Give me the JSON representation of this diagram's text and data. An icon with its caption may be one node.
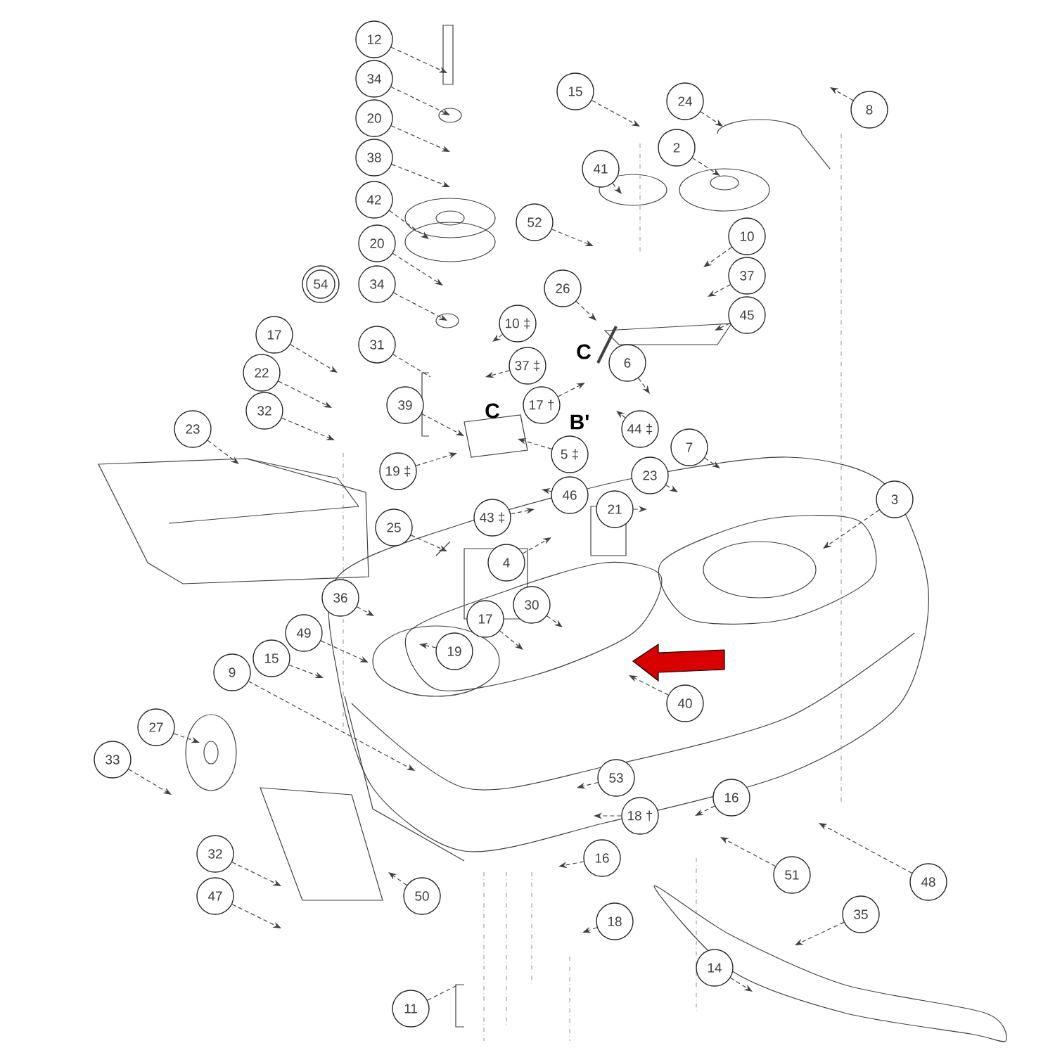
{
  "diagram": {
    "nodes": [
      {
        "text": [
          "12"
        ]
      },
      {
        "text": [
          "8"
        ]
      },
      {
        "text": [
          "24"
        ]
      },
      {
        "text": [
          "15"
        ]
      },
      {
        "text": [
          "34"
        ]
      },
      {
        "text": [
          "20"
        ]
      },
      {
        "text": [
          "2"
        ]
      },
      {
        "text": [
          "38"
        ]
      },
      {
        "text": [
          "41"
        ]
      },
      {
        "text": [
          "42"
        ]
      },
      {
        "text": [
          "52"
        ]
      },
      {
        "text": [
          "10"
        ]
      },
      {
        "text": [
          "20"
        ]
      },
      {
        "text": [
          "37"
        ]
      },
      {
        "text": [
          "34"
        ]
      },
      {
        "text": [
          "54"
        ]
      },
      {
        "text": [
          "45"
        ]
      },
      {
        "text": [
          "26"
        ]
      },
      {
        "text": [
          "10 ‡"
        ]
      },
      {
        "text": [
          "17"
        ]
      },
      {
        "text": [
          "31"
        ]
      },
      {
        "text": [
          "6"
        ]
      },
      {
        "text": [
          "37 ‡"
        ]
      },
      {
        "text": [
          "22"
        ]
      },
      {
        "text": [
          "17 †"
        ]
      },
      {
        "text": [
          "39"
        ]
      },
      {
        "text": [
          "32"
        ]
      },
      {
        "text": [
          "23"
        ]
      },
      {
        "text": [
          "44 ‡"
        ]
      },
      {
        "text": [
          "7"
        ]
      },
      {
        "text": [
          "19 ‡"
        ]
      },
      {
        "text": [
          "5 ‡"
        ]
      },
      {
        "text": [
          "23"
        ]
      },
      {
        "text": [
          "46"
        ]
      },
      {
        "text": [
          "21"
        ]
      },
      {
        "text": [
          "3"
        ]
      },
      {
        "text": [
          "43 ‡"
        ]
      },
      {
        "text": [
          "25"
        ]
      },
      {
        "text": [
          "4"
        ]
      },
      {
        "text": [
          "36"
        ]
      },
      {
        "text": [
          "30"
        ]
      },
      {
        "text": [
          "17"
        ]
      },
      {
        "text": [
          "49"
        ]
      },
      {
        "text": [
          "19"
        ]
      },
      {
        "text": [
          "15"
        ]
      },
      {
        "text": [
          "9"
        ]
      },
      {
        "text": [
          "40"
        ]
      },
      {
        "text": [
          "27"
        ]
      },
      {
        "text": [
          "33"
        ]
      },
      {
        "text": [
          "53"
        ]
      },
      {
        "text": [
          "16"
        ]
      },
      {
        "text": [
          "18 †"
        ]
      },
      {
        "text": [
          "16"
        ]
      },
      {
        "text": [
          "32"
        ]
      },
      {
        "text": [
          "51"
        ]
      },
      {
        "text": [
          "48"
        ]
      },
      {
        "text": [
          "47"
        ]
      },
      {
        "text": [
          "50"
        ]
      },
      {
        "text": [
          "35"
        ]
      },
      {
        "text": [
          "18"
        ]
      },
      {
        "text": [
          "14"
        ]
      },
      {
        "text": [
          "11"
        ]
      }
    ],
    "edges": [
      {
        "from": 0,
        "to": null,
        "arrow": "to"
      },
      {
        "from": 1,
        "to": null,
        "arrow": "to"
      },
      {
        "from": 2,
        "to": null,
        "arrow": "to"
      },
      {
        "from": 3,
        "to": null,
        "arrow": "to"
      },
      {
        "from": 4,
        "to": null,
        "arrow": "to"
      },
      {
        "from": 5,
        "to": null,
        "arrow": "to"
      },
      {
        "from": 6,
        "to": null,
        "arrow": "to"
      },
      {
        "from": 7,
        "to": null,
        "arrow": "to"
      },
      {
        "from": 8,
        "to": null,
        "arrow": "to"
      },
      {
        "from": 9,
        "to": null,
        "arrow": "to"
      },
      {
        "from": 10,
        "to": null,
        "arrow": "to"
      },
      {
        "from": 11,
        "to": null,
        "arrow": "to"
      },
      {
        "from": 12,
        "to": null,
        "arrow": "to"
      },
      {
        "from": 13,
        "to": null,
        "arrow": "to"
      },
      {
        "from": 14,
        "to": null,
        "arrow": "to"
      },
      {
        "from": 16,
        "to": null,
        "arrow": "to"
      },
      {
        "from": 17,
        "to": null,
        "arrow": "to"
      },
      {
        "from": 18,
        "to": null,
        "arrow": "to"
      },
      {
        "from": 19,
        "to": null,
        "arrow": "to"
      },
      {
        "from": 20,
        "to": null,
        "arrow": "none"
      },
      {
        "from": 21,
        "to": null,
        "arrow": "to"
      },
      {
        "from": 22,
        "to": null,
        "arrow": "to"
      },
      {
        "from": 23,
        "to": null,
        "arrow": "to"
      },
      {
        "from": 24,
        "to": null,
        "arrow": "to"
      },
      {
        "from": 25,
        "to": null,
        "arrow": "to"
      },
      {
        "from": 26,
        "to": null,
        "arrow": "to"
      },
      {
        "from": 27,
        "to": null,
        "arrow": "to"
      },
      {
        "from": 28,
        "to": null,
        "arrow": "to"
      },
      {
        "from": 29,
        "to": null,
        "arrow": "to"
      },
      {
        "from": 30,
        "to": null,
        "arrow": "to"
      },
      {
        "from": 31,
        "to": null,
        "arrow": "to"
      },
      {
        "from": 32,
        "to": null,
        "arrow": "to"
      },
      {
        "from": 33,
        "to": null,
        "arrow": "to"
      },
      {
        "from": 34,
        "to": null,
        "arrow": "to"
      },
      {
        "from": 35,
        "to": null,
        "arrow": "to"
      },
      {
        "from": 36,
        "to": null,
        "arrow": "to"
      },
      {
        "from": 37,
        "to": null,
        "arrow": "to"
      },
      {
        "from": 38,
        "to": null,
        "arrow": "to"
      },
      {
        "from": 39,
        "to": null,
        "arrow": "to"
      },
      {
        "from": 40,
        "to": null,
        "arrow": "to"
      },
      {
        "from": 41,
        "to": null,
        "arrow": "to"
      },
      {
        "from": 42,
        "to": null,
        "arrow": "to"
      },
      {
        "from": 43,
        "to": null,
        "arrow": "to"
      },
      {
        "from": 44,
        "to": null,
        "arrow": "to"
      },
      {
        "from": 45,
        "to": null,
        "arrow": "to"
      },
      {
        "from": 46,
        "to": null,
        "arrow": "to"
      },
      {
        "from": 47,
        "to": null,
        "arrow": "to"
      },
      {
        "from": 48,
        "to": null,
        "arrow": "to"
      },
      {
        "from": 49,
        "to": null,
        "arrow": "to"
      },
      {
        "from": 50,
        "to": null,
        "arrow": "to"
      },
      {
        "from": 51,
        "to": null,
        "arrow": "to"
      },
      {
        "from": 52,
        "to": null,
        "arrow": "to"
      },
      {
        "from": 53,
        "to": null,
        "arrow": "to"
      },
      {
        "from": 54,
        "to": null,
        "arrow": "to"
      },
      {
        "from": 55,
        "to": null,
        "arrow": "to"
      },
      {
        "from": 56,
        "to": null,
        "arrow": "to"
      },
      {
        "from": 57,
        "to": null,
        "arrow": "to"
      },
      {
        "from": 58,
        "to": null,
        "arrow": "to"
      },
      {
        "from": 59,
        "to": null,
        "arrow": "to"
      },
      {
        "from": 60,
        "to": null,
        "arrow": "to"
      },
      {
        "from": 61,
        "to": null,
        "arrow": "none"
      }
    ],
    "labels": [
      "C",
      "C",
      "B'"
    ]
  }
}
